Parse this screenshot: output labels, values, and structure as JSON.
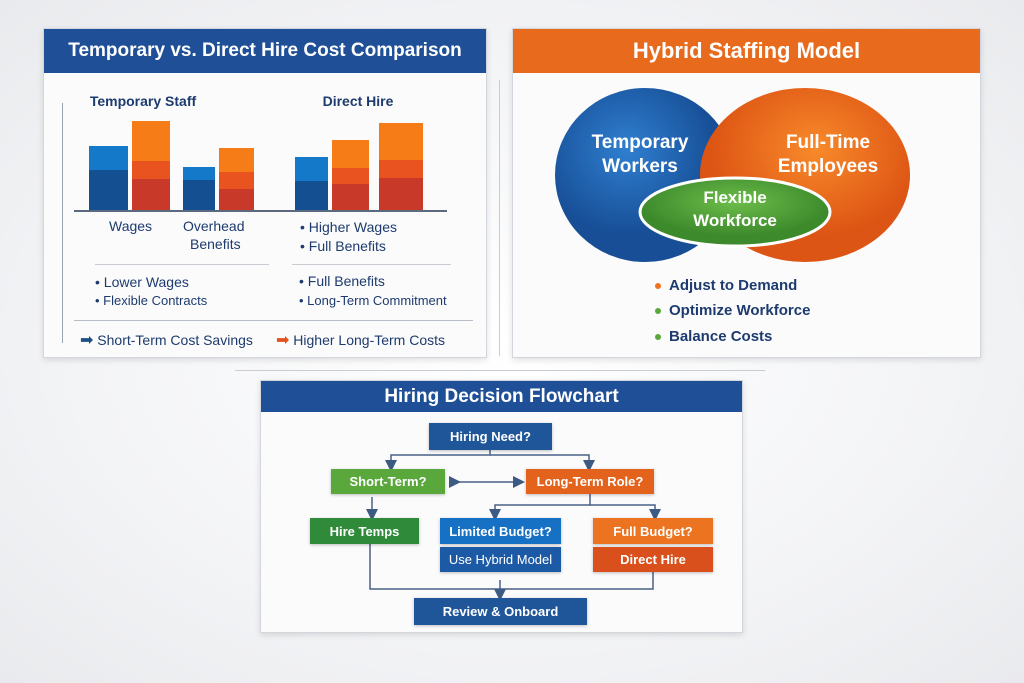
{
  "cost_panel": {
    "title": "Temporary vs. Direct Hire Cost Comparison",
    "group_temp": "Temporary Staff",
    "group_direct": "Direct Hire",
    "label_wages": "Wages",
    "label_overhead_1": "Overhead",
    "label_overhead_2": "Benefits",
    "direct_points": [
      "Higher Wages",
      "Full Benefits"
    ],
    "temp_bullets": [
      "Lower Wages",
      "Flexible Contracts"
    ],
    "direct_bullets": [
      "Full Benefits",
      "Long-Term Commitment"
    ],
    "legend_short": "Short-Term Cost Savings",
    "legend_long": "Higher Long-Term Costs",
    "colors": {
      "header": "#1f4f96",
      "blue": "#1479c9",
      "dark_blue": "#134f91",
      "orange": "#f57c17",
      "red": "#c8392a"
    }
  },
  "hybrid_panel": {
    "title": "Hybrid Staffing Model",
    "temp_1": "Temporary",
    "temp_2": "Workers",
    "full_1": "Full-Time",
    "full_2": "Employees",
    "flex_1": "Flexible",
    "flex_2": "Workforce",
    "bullets": [
      {
        "text": "Adjust to Demand",
        "color": "#ee7422"
      },
      {
        "text": "Optimize Workforce",
        "color": "#5aa83c"
      },
      {
        "text": "Balance Costs",
        "color": "#5aa83c"
      }
    ],
    "colors": {
      "header": "#e86a1c",
      "blue": "#1d5fae",
      "orange": "#ef6d18",
      "green": "#4d9e35"
    }
  },
  "flowchart": {
    "title": "Hiring Decision Flowchart",
    "hiring_need": "Hiring Need?",
    "short_term": "Short-Term?",
    "long_term": "Long-Term Role?",
    "hire_temps": "Hire Temps",
    "limited_budget": "Limited Budget?",
    "use_hybrid": "Use Hybrid Model",
    "full_budget": "Full Budget?",
    "direct_hire": "Direct Hire",
    "review": "Review & Onboard"
  }
}
